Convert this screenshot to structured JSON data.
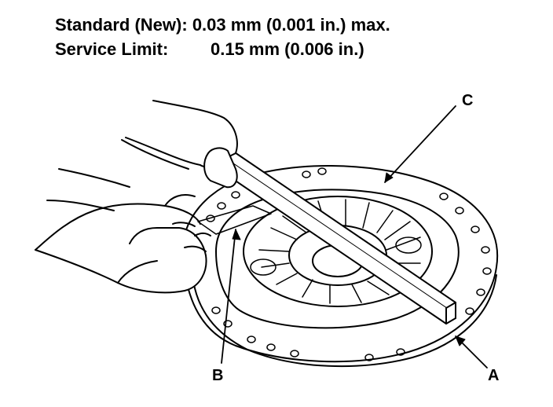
{
  "specs": {
    "standard_label": "Standard (New):",
    "standard_value": "0.03 mm (0.001 in.) max.",
    "service_label": "Service Limit:",
    "service_value": "0.15 mm (0.006 in.)"
  },
  "callouts": {
    "a": "A",
    "b": "B",
    "c": "C"
  },
  "colors": {
    "ink": "#000000",
    "paper": "#ffffff"
  }
}
